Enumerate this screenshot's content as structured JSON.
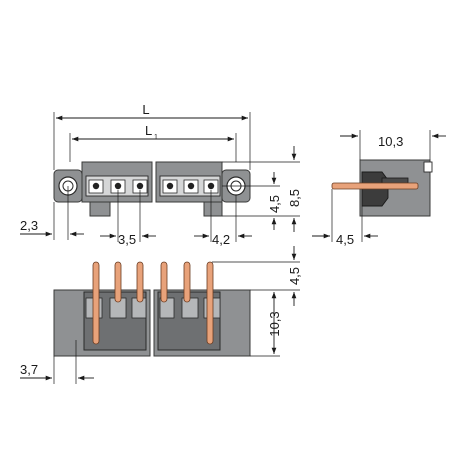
{
  "dimensions": {
    "L": "L",
    "L1_main": "L",
    "L1_sub": "1",
    "d_8_5": "8,5",
    "d_4_5_top": "4,5",
    "d_2_3": "2,3",
    "d_3_5": "3,5",
    "d_4_2": "4,2",
    "d_10_3_side": "10,3",
    "d_4_5_side": "4,5",
    "d_4_5_bottom": "4,5",
    "d_10_3_bottom": "10,3",
    "d_3_7": "3,7"
  },
  "colors": {
    "housing": "#8f9193",
    "housing_dark": "#6e7072",
    "pin": "#e8a27a",
    "line": "#1a1a1a"
  }
}
